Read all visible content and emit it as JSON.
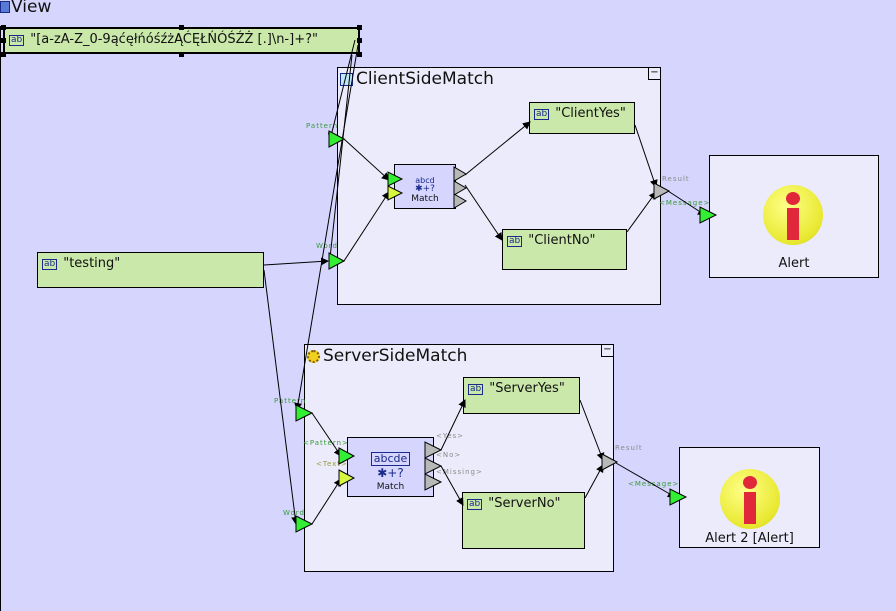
{
  "view": {
    "title": "View"
  },
  "regex_node": {
    "value": "\"[a-zA-Z_0-9ąćęłńóśźżĄĆĘŁŃÓŚŹŻ [.]\\n-]+?\""
  },
  "input_node": {
    "value": "\"testing\""
  },
  "client_group": {
    "title": "ClientSideMatch",
    "collapse_label": "−",
    "ports": {
      "pattern": "Pattern",
      "word": "Word"
    },
    "match": {
      "glyph": "abcd",
      "ops": "✱+?",
      "label": "Match"
    },
    "yes_node": "\"ClientYes\"",
    "no_node": "\"ClientNo\"",
    "result_label": "Result"
  },
  "server_group": {
    "title": "ServerSideMatch",
    "collapse_label": "−",
    "ports": {
      "pattern": "Pattern",
      "word": "Word"
    },
    "match": {
      "glyph": "abcde",
      "ops": "✱+?",
      "label": "Match",
      "in_pattern": "<Pattern>",
      "in_text": "<Text>",
      "out_yes": "<Yes>",
      "out_no": "<No>",
      "out_missing": "<Missing>"
    },
    "yes_node": "\"ServerYes\"",
    "no_node": "\"ServerNo\"",
    "result_label": "Result"
  },
  "alert1": {
    "label": "Alert",
    "port_label": "<Message>"
  },
  "alert2": {
    "label": "Alert 2 [Alert]",
    "port_label": "<Message>"
  },
  "colors": {
    "canvas": "#d5d5fe",
    "group": "#ebebfb",
    "text_node": "#cae8aa",
    "port_green": "#33ee33",
    "port_yellow": "#d8f540",
    "port_gray": "#b8b8b8"
  }
}
